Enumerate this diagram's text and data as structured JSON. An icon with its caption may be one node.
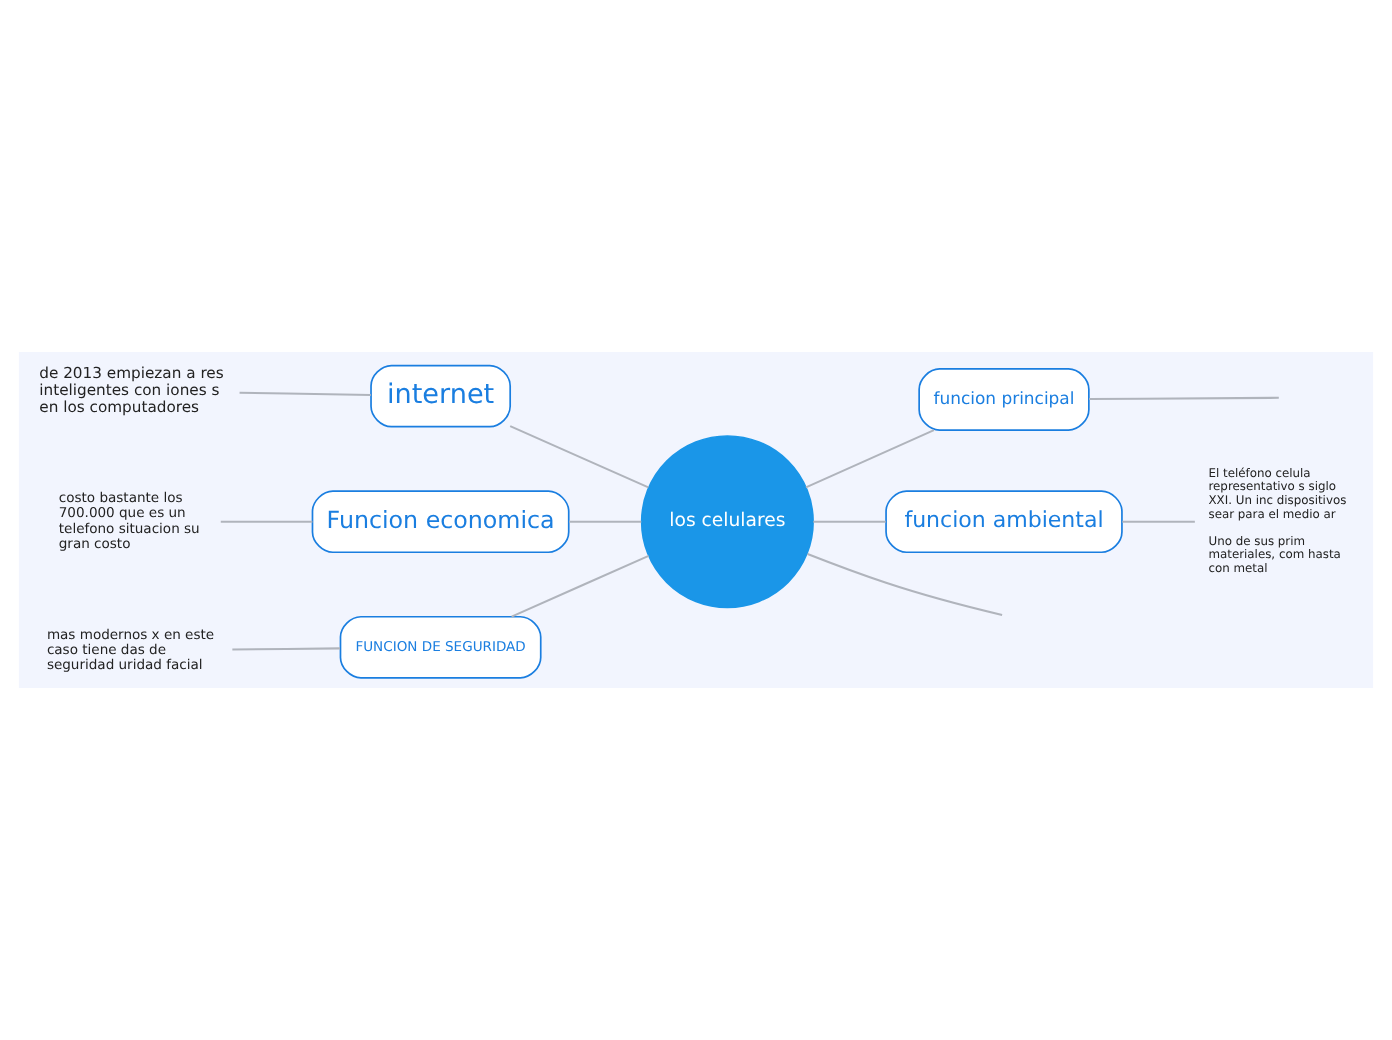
{
  "diagram": {
    "nodes": [
      {
        "text": [
          "de 2013 empiezan a res inteligentes con iones s en los computadores"
        ]
      },
      {
        "text": [
          "internet"
        ]
      },
      {
        "text": [
          "costo bastante los 700.000 que es un telefono situacion su gran costo"
        ]
      },
      {
        "text": [
          "Funcion economica"
        ]
      },
      {
        "text": [
          "mas modernos x en este caso tiene das de seguridad uridad facial"
        ]
      },
      {
        "text": [
          "FUNCION DE SEGURIDAD"
        ]
      },
      {
        "text": [
          "los celulares"
        ]
      },
      {
        "text": [
          "funcion principal"
        ]
      },
      {
        "text": [
          "funcion ambiental"
        ]
      },
      {
        "text": [
          "El teléfono celula representativo s siglo XXI. Un inc dispositivos sear para el medio ar",
          "Uno de sus prim materiales, com hasta con metal"
        ]
      }
    ],
    "edges": [
      {
        "from": 0,
        "to": 1,
        "arrow": "none"
      },
      {
        "from": 1,
        "to": 6,
        "arrow": "none"
      },
      {
        "from": 2,
        "to": 3,
        "arrow": "none"
      },
      {
        "from": 3,
        "to": 6,
        "arrow": "none"
      },
      {
        "from": 4,
        "to": 5,
        "arrow": "none"
      },
      {
        "from": 5,
        "to": 6,
        "arrow": "none"
      },
      {
        "from": 6,
        "to": null,
        "arrow": "none"
      },
      {
        "from": 6,
        "to": 7,
        "arrow": "none"
      },
      {
        "from": 7,
        "to": null,
        "arrow": "none"
      },
      {
        "from": 6,
        "to": 8,
        "arrow": "none"
      },
      {
        "from": 8,
        "to": 9,
        "arrow": "none"
      }
    ]
  }
}
